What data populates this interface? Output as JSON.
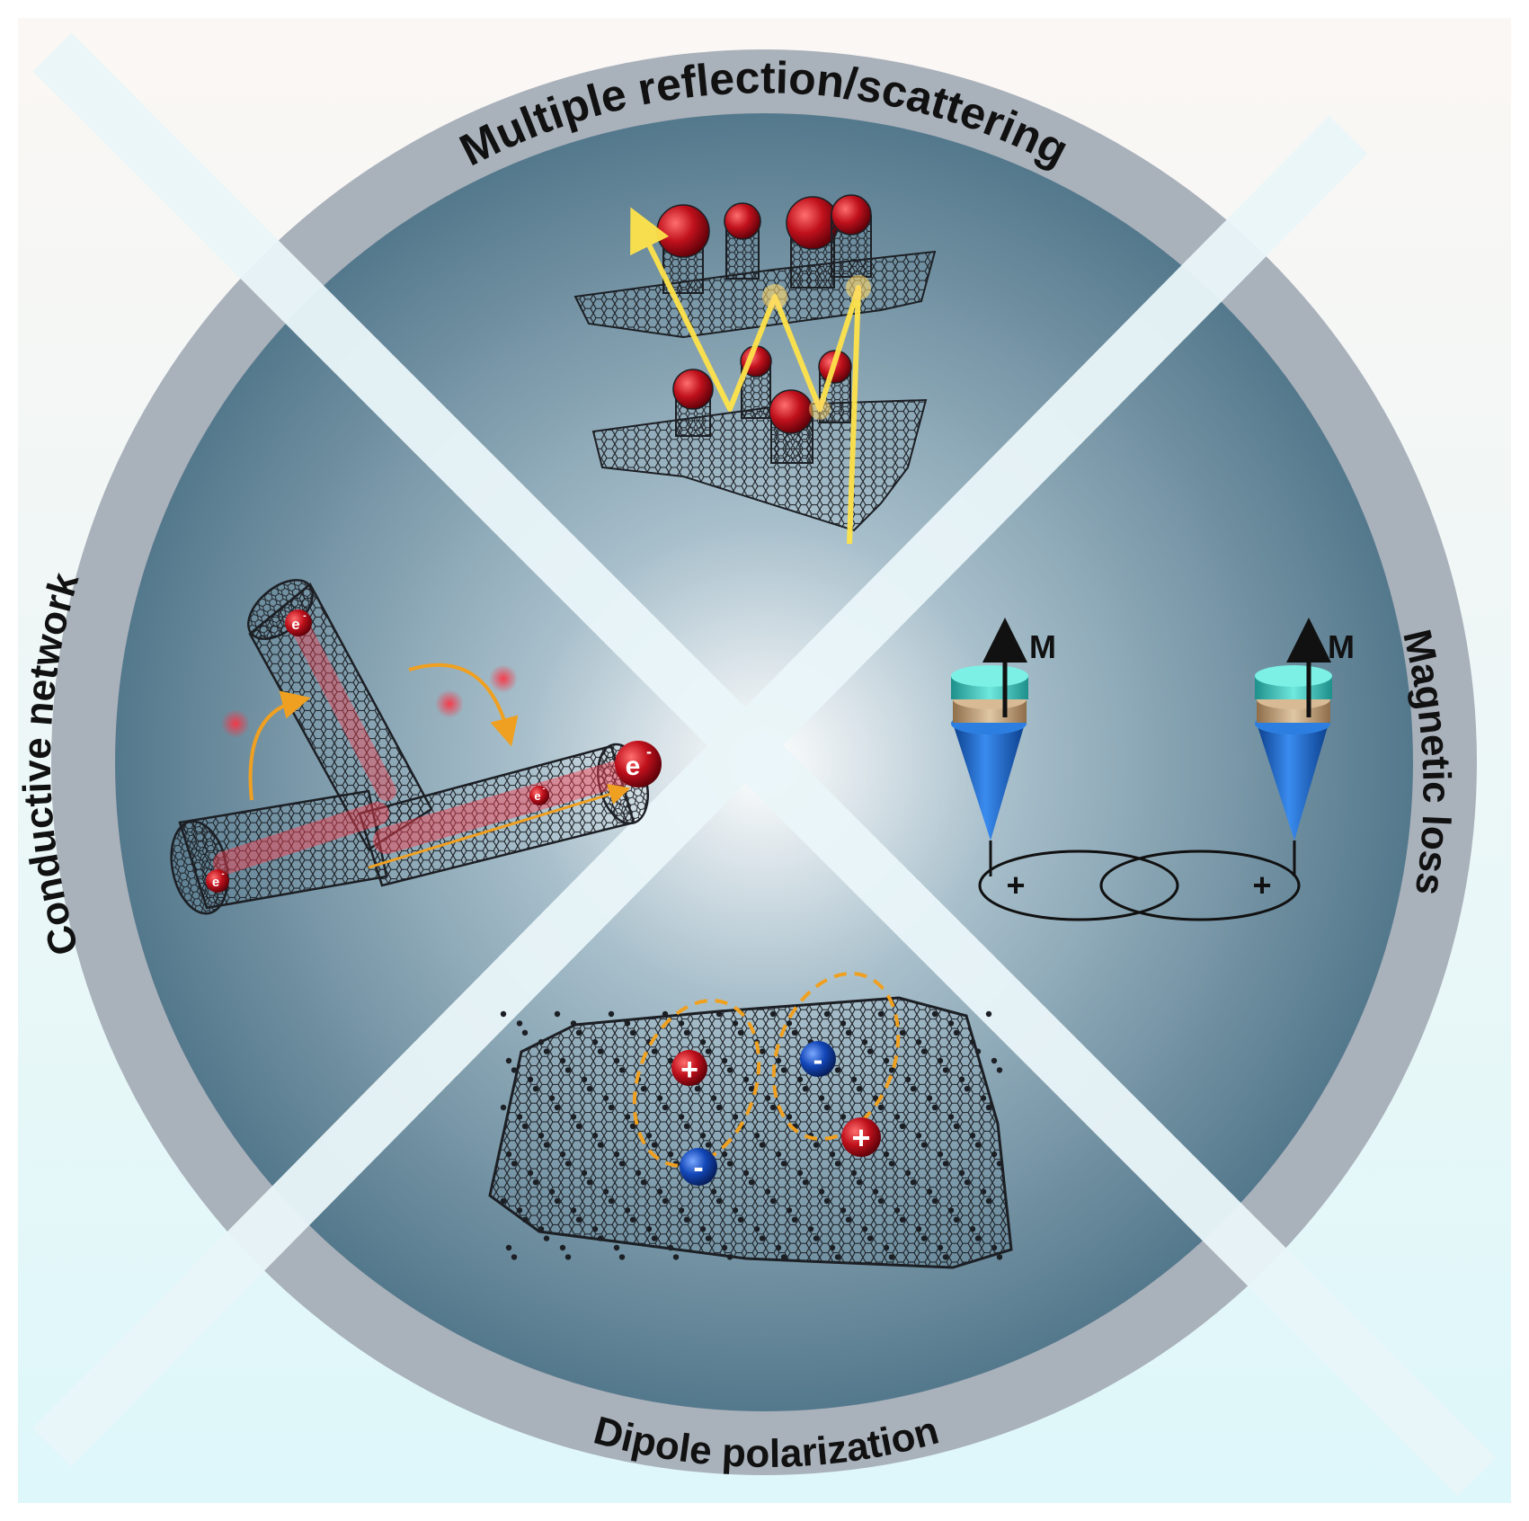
{
  "diagram": {
    "colors": {
      "background_top": "#fbf7f4",
      "background_bottom": "#def7fa",
      "ring": "#a9b1bb",
      "panel_center": "#ffffff",
      "panel_edge": "#4f7488",
      "cross_band": "#eaf6f9",
      "lattice": "#1c1f24",
      "positive_charge": "#c0111c",
      "negative_charge": "#1347b8",
      "dipole_ring": "#f0a020",
      "beam": "#ffe34a",
      "cone_blue": "#1f6fd0",
      "cone_tan": "#c8a47a",
      "cone_teal": "#3ccfc6",
      "electron": "#e8323a"
    },
    "quadrants": {
      "top": {
        "label": "Multiple reflection/scattering"
      },
      "right": {
        "label": "Magnetic loss",
        "magnetization_symbol": "M",
        "charge_symbol": "+"
      },
      "bottom": {
        "label": "Dipole polarization",
        "positive_symbol": "+",
        "negative_symbol": "-"
      },
      "left": {
        "label": "Conductive network",
        "electron_symbol": "e",
        "electron_superscript": "-"
      }
    }
  }
}
